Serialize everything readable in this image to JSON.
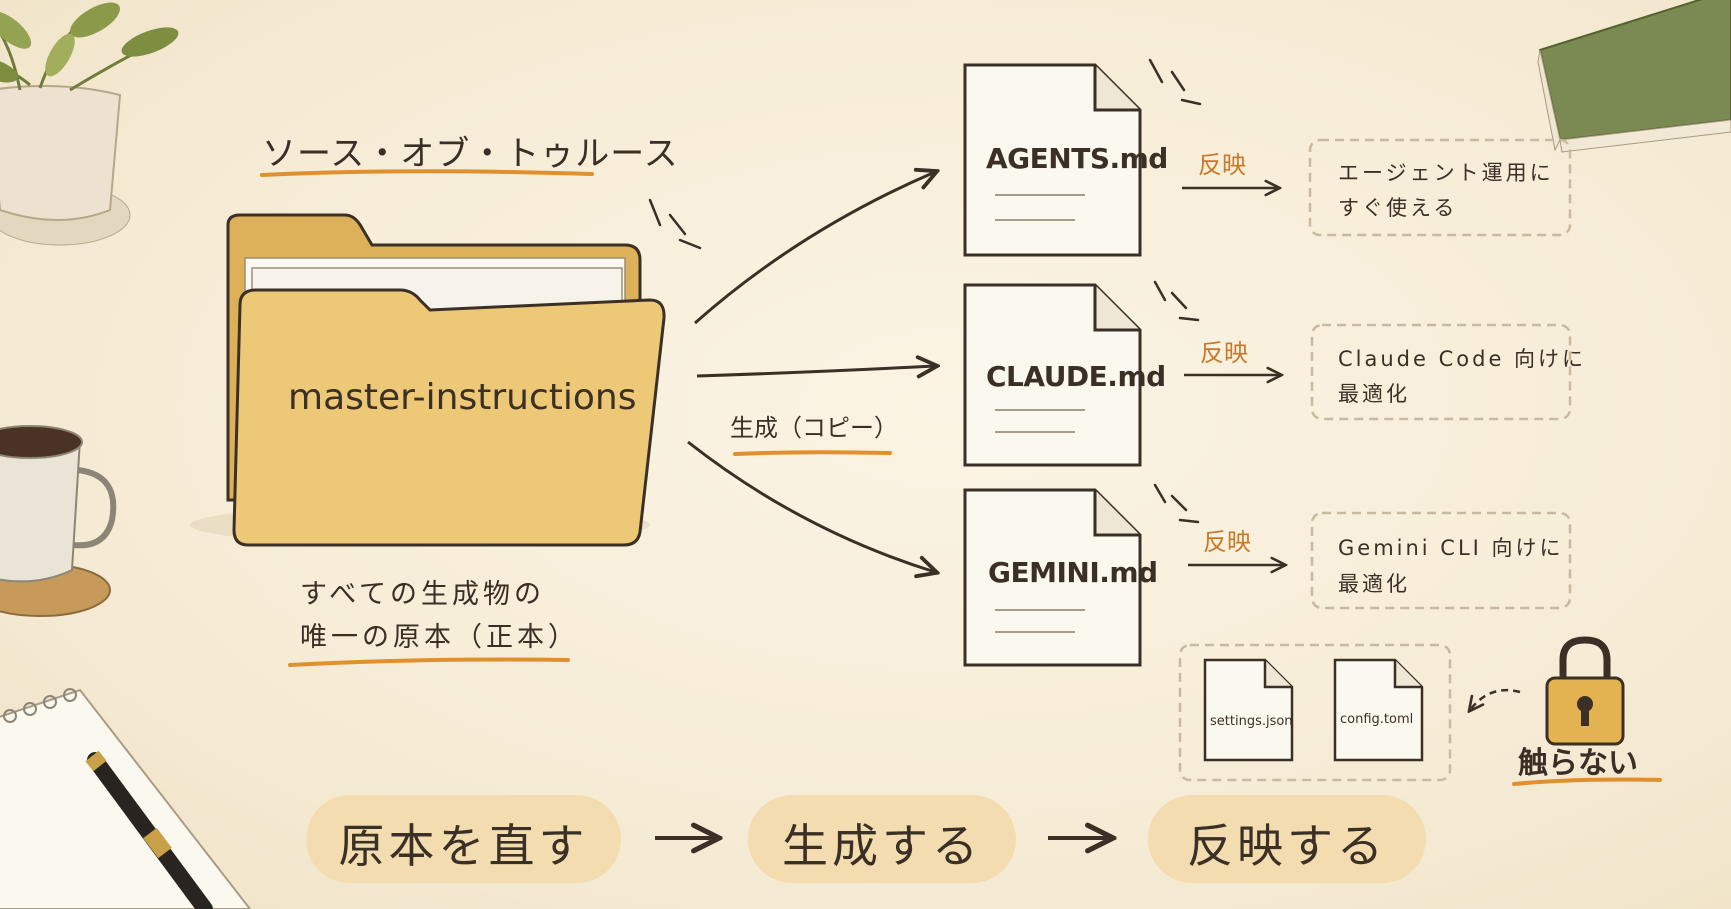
{
  "source_of_truth": {
    "title": "ソース・オブ・トゥルース"
  },
  "folder": {
    "label": "master-instructions"
  },
  "folder_desc": {
    "line1": "すべての生成物の",
    "line2": "唯一の原本（正本）"
  },
  "generate_label": "生成（コピー）",
  "outputs": [
    {
      "file": "AGENTS.md",
      "reflect": "反映",
      "note_line1": "エージェント運用に",
      "note_line2": "すぐ使える"
    },
    {
      "file": "CLAUDE.md",
      "reflect": "反映",
      "note_line1": "Claude Code 向けに",
      "note_line2": "最適化"
    },
    {
      "file": "GEMINI.md",
      "reflect": "反映",
      "note_line1": "Gemini CLI 向けに",
      "note_line2": "最適化"
    }
  ],
  "protected_files": [
    "settings.json",
    "config.toml"
  ],
  "lock_label": "触らない",
  "flow": [
    "原本を直す",
    "生成する",
    "反映する"
  ],
  "colors": {
    "accent": "#e0902e",
    "ink": "#3b3026",
    "folder": "#ecc877",
    "pill": "#f3ddb0",
    "paper": "#fbf7ee"
  }
}
